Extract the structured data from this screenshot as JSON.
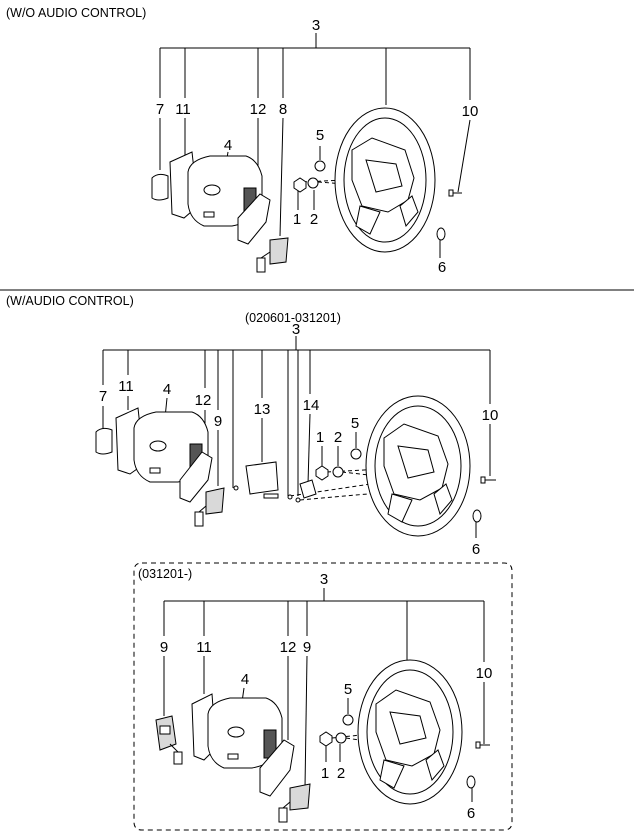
{
  "sections": {
    "wo_audio": {
      "title": "(W/O AUDIO CONTROL)"
    },
    "w_audio": {
      "title": "(W/AUDIO CONTROL)",
      "range_a": "(020601-031201)",
      "range_b": "(031201-)"
    }
  },
  "labels": {
    "top": {
      "n3": "3",
      "n7": "7",
      "n11": "11",
      "n12": "12",
      "n8": "8",
      "n4": "4",
      "n5": "5",
      "n10": "10",
      "n1": "1",
      "n2": "2",
      "n6": "6"
    },
    "mid": {
      "n3": "3",
      "n7": "7",
      "n11": "11",
      "n4": "4",
      "n12": "12",
      "n9": "9",
      "n13": "13",
      "n14": "14",
      "n5": "5",
      "n10": "10",
      "n1": "1",
      "n2": "2",
      "n6": "6"
    },
    "bot": {
      "n3": "3",
      "n9a": "9",
      "n11": "11",
      "n12": "12",
      "n9b": "9",
      "n4": "4",
      "n5": "5",
      "n10": "10",
      "n1": "1",
      "n2": "2",
      "n6": "6"
    }
  }
}
